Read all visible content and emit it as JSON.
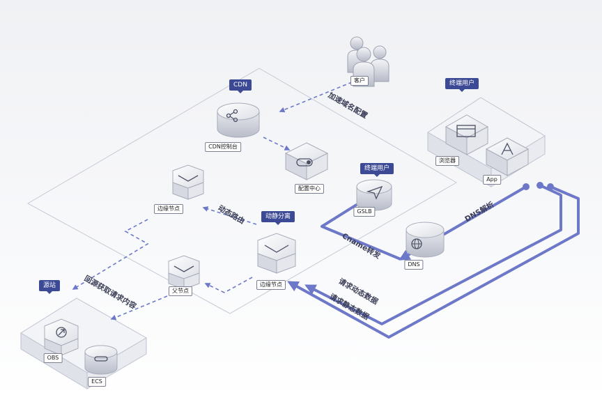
{
  "tags": {
    "cdn": "CDN",
    "end_user_top": "终端用户",
    "end_user_mid": "终端用户",
    "dyn_static": "动静分离",
    "origin": "源站"
  },
  "nodes": {
    "client": "客户",
    "cdn_console": "CDN控制台",
    "config_center": "配置中心",
    "gslb": "GSLB",
    "browser": "浏览器",
    "app": "App",
    "edge_node_top": "边缘节点",
    "edge_node_mid": "边缘节点",
    "parent_node": "父节点",
    "dns": "DNS",
    "obs": "OBS",
    "ecs": "ECS"
  },
  "flows": {
    "domain_config": "加速域名配置",
    "dns_resolve": "DNS解析",
    "cname_forward": "Cname转发",
    "dynamic_route": "动态路由",
    "fetch_origin": "回源获取请求内容",
    "req_dynamic": "请求动态数据",
    "req_static": "请求静态数据"
  },
  "icons": {
    "client": "user-group-icon",
    "cdn_console": "cloud-network-icon",
    "config_center": "settings-toggle-icon",
    "gslb": "paper-plane-icon",
    "browser": "browser-window-icon",
    "app": "app-store-icon",
    "dns": "globe-icon",
    "edge_node": "hexagon-server-icon",
    "obs": "upload-arrow-icon",
    "ecs": "server-disk-icon"
  },
  "colors": {
    "tag": "#3c4a95",
    "accent_line": "#6d78c8",
    "dashed_arrow": "#6d78c8",
    "region_line": "#c7cad6"
  }
}
